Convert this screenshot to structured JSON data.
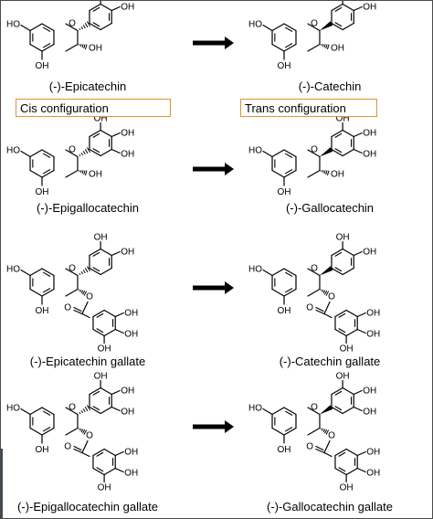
{
  "configurations": {
    "cis": "Cis configuration",
    "trans": "Trans configuration"
  },
  "rows": [
    {
      "left_name": "(-)-Epicatechin",
      "right_name": "(-)-Catechin",
      "left_gallate": false,
      "right_gallate": false,
      "left_pyrogallol": false,
      "right_pyrogallol": false
    },
    {
      "left_name": "(-)-Epigallocatechin",
      "right_name": "(-)-Gallocatechin",
      "left_gallate": false,
      "right_gallate": false,
      "left_pyrogallol": true,
      "right_pyrogallol": true
    },
    {
      "left_name": "(-)-Epicatechin gallate",
      "right_name": "(-)-Catechin gallate",
      "left_gallate": true,
      "right_gallate": true,
      "left_pyrogallol": false,
      "right_pyrogallol": false
    },
    {
      "left_name": "(-)-Epigallocatechin gallate",
      "right_name": "(-)-Gallocatechin gallate",
      "left_gallate": true,
      "right_gallate": true,
      "left_pyrogallol": true,
      "right_pyrogallol": true
    }
  ],
  "atom_labels": {
    "hydroxyl": "OH",
    "hydroxyl_left": "HO",
    "ring_oxygen": "O"
  },
  "reaction_arrow": "right-arrow-icon",
  "colors": {
    "ink": "#000000",
    "box_border": "#e3922d",
    "frame": "#4a4a4a",
    "edge_strip": "#3f4a52"
  }
}
